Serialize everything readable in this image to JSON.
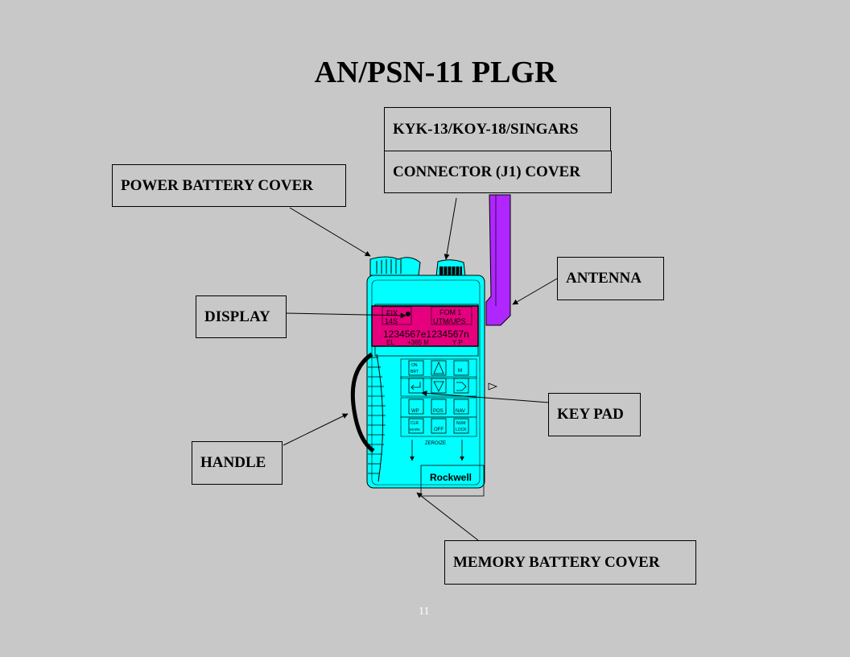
{
  "title": "AN/PSN-11  PLGR",
  "labels": {
    "kyk": "KYK-13/KOY-18/SINGARS",
    "connector": "CONNECTOR (J1) COVER",
    "power_battery": "POWER BATTERY COVER",
    "antenna": "ANTENNA",
    "display": "DISPLAY",
    "keypad": "KEY PAD",
    "handle": "HANDLE",
    "memory_battery": "MEMORY BATTERY COVER"
  },
  "device": {
    "screen": {
      "line1_left": "FIX",
      "line1_right": "FOM 1",
      "line2_left": "14S",
      "line2_right": "UTM/UPS",
      "line3": "1234567e1234567n",
      "line4_left": "EL",
      "line4_mid": "+365 M",
      "line4_right": "Y  P"
    },
    "keys": {
      "onbrt_top": "ON",
      "onbrt_bot": "BRT",
      "menu": "M",
      "wp": "WP",
      "pos": "POS",
      "nav": "NAV",
      "clr": "CLR",
      "mark": "MARK",
      "off": "OFF",
      "numlock": "NUM",
      "lock": "LOCK"
    },
    "zeroize": "ZEROIZE",
    "brand": "Rockwell"
  },
  "page_number": "11",
  "colors": {
    "background": "#c8c8c8",
    "device_body": "#00ffff",
    "display": "#e6007e",
    "antenna": "#b026ff"
  }
}
